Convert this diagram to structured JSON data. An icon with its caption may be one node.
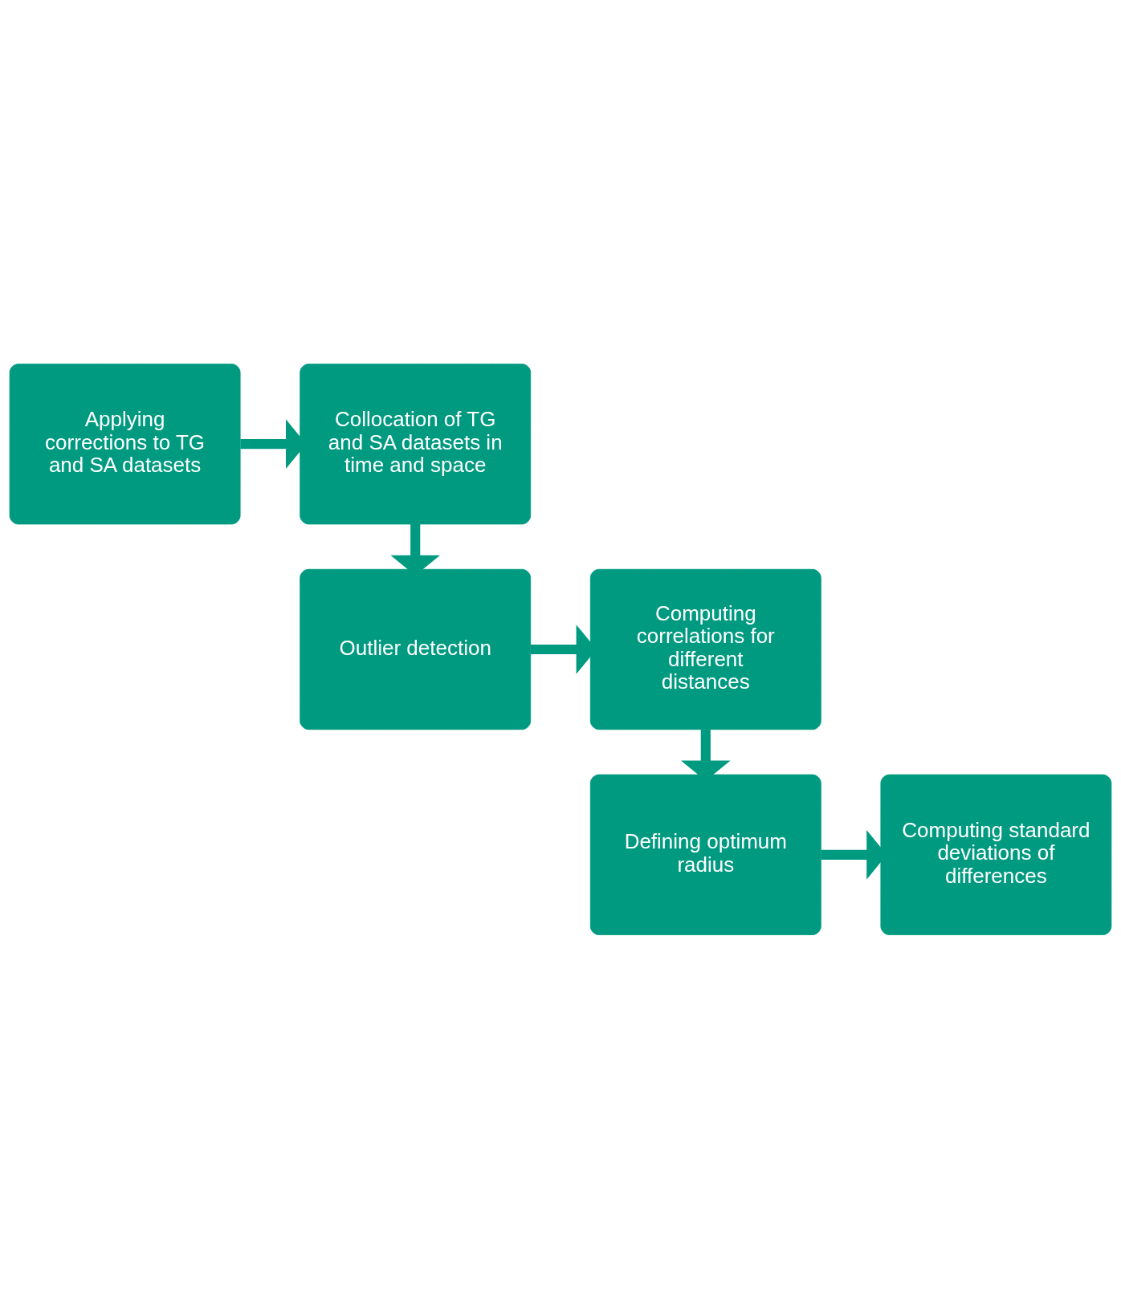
{
  "diagram": {
    "nodes": [
      {
        "text": [
          "Applying corrections to TG and SA datasets"
        ]
      },
      {
        "text": [
          "Collocation of TG and SA datasets in time and space"
        ]
      },
      {
        "text": [
          "Outlier detection"
        ]
      },
      {
        "text": [
          "Computing correlations for different distances"
        ]
      },
      {
        "text": [
          "Defining optimum radius"
        ]
      },
      {
        "text": [
          "Computing standard deviations of differences"
        ]
      }
    ],
    "edges": [
      {
        "from": 0,
        "to": 1,
        "arrow": "to"
      },
      {
        "from": 1,
        "to": 2,
        "arrow": "to"
      },
      {
        "from": 2,
        "to": 3,
        "arrow": "to"
      },
      {
        "from": 3,
        "to": 4,
        "arrow": "to"
      },
      {
        "from": 4,
        "to": 5,
        "arrow": "to"
      }
    ]
  }
}
